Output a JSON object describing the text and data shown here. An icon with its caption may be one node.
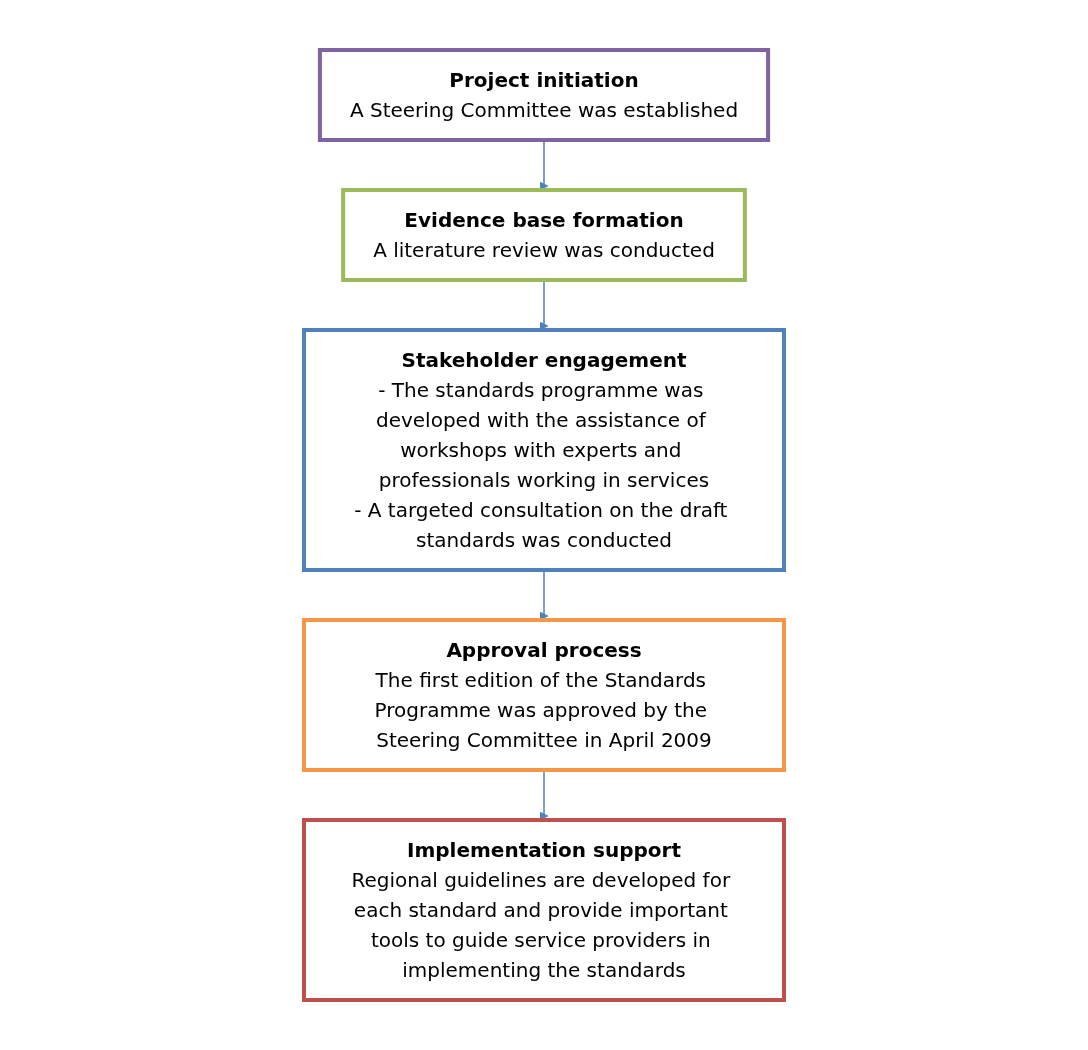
{
  "diagram": {
    "nodes": [
      {
        "text": [
          "Project initiation",
          "A Steering Committee was established"
        ]
      },
      {
        "text": [
          "Evidence base formation",
          "A literature review was conducted"
        ]
      },
      {
        "text": [
          "Stakeholder engagement",
          "- The standards programme was developed with the assistance of workshops with experts and professionals working in services",
          "- A targeted consultation on the draft standards was conducted"
        ]
      },
      {
        "text": [
          "Approval process",
          "The first edition of the Standards Programme was approved by the Steering Committee in April 2009"
        ]
      },
      {
        "text": [
          "Implementation support",
          "Regional guidelines are developed for each standard and provide important tools to guide service providers in implementing the standards"
        ]
      }
    ],
    "edges": [
      {
        "from": 0,
        "to": 1,
        "arrow": "to"
      },
      {
        "from": 1,
        "to": 2,
        "arrow": "to"
      },
      {
        "from": 2,
        "to": 3,
        "arrow": "to"
      },
      {
        "from": 3,
        "to": 4,
        "arrow": "to"
      }
    ]
  }
}
